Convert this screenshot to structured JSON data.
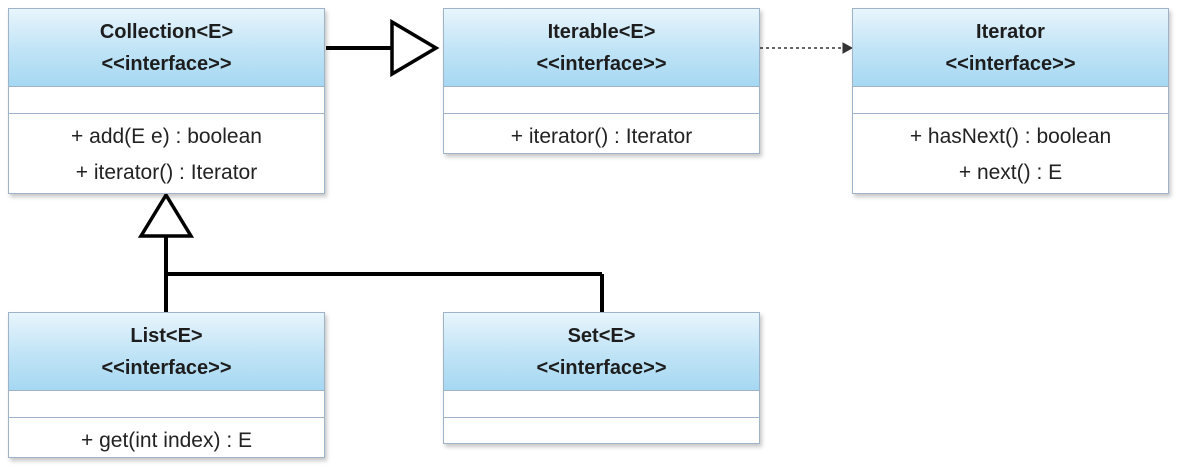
{
  "diagram": {
    "boxes": [
      {
        "id": "collection",
        "name": "Collection<E>",
        "stereotype": "<<interface>>",
        "methods": [
          "+ add(E e) : boolean",
          "+ iterator() : Iterator"
        ]
      },
      {
        "id": "iterable",
        "name": "Iterable<E>",
        "stereotype": "<<interface>>",
        "methods": [
          "+ iterator() : Iterator"
        ]
      },
      {
        "id": "iterator",
        "name": "Iterator",
        "stereotype": "<<interface>>",
        "methods": [
          "+ hasNext() : boolean",
          "+ next() : E"
        ]
      },
      {
        "id": "list",
        "name": "List<E>",
        "stereotype": "<<interface>>",
        "methods": [
          "+ get(int index) : E"
        ]
      },
      {
        "id": "set",
        "name": "Set<E>",
        "stereotype": "<<interface>>",
        "methods": []
      }
    ],
    "relations": [
      {
        "from": "collection",
        "to": "iterable",
        "type": "generalization"
      },
      {
        "from": "iterable",
        "to": "iterator",
        "type": "dependency"
      },
      {
        "from": "list",
        "to": "collection",
        "type": "generalization"
      },
      {
        "from": "set",
        "to": "collection",
        "type": "generalization"
      }
    ]
  }
}
